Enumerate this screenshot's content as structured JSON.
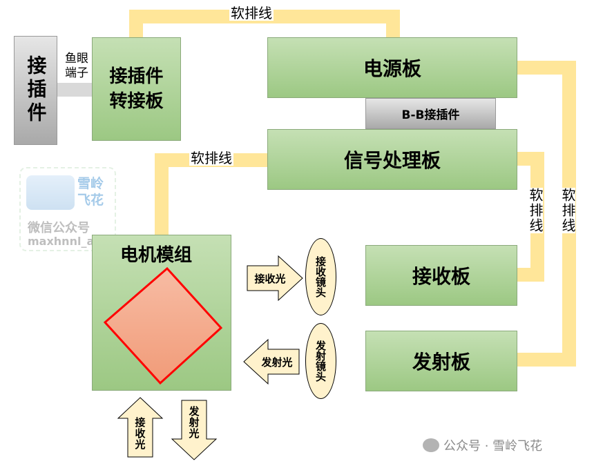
{
  "nodes": {
    "connector": "接插件",
    "fisheye_terminal": "鱼眼端子",
    "adapter_board": "接插件转接板",
    "power_board": "电源板",
    "b2b_connector": "B-B接插件",
    "signal_board": "信号处理板",
    "motor_module": "电机模组",
    "receiver_board": "接收板",
    "transmitter_board": "发射板"
  },
  "cables": {
    "top": "软排线",
    "left": "软排线",
    "right_inner": "软排线",
    "right_outer": "软排线"
  },
  "lenses": {
    "receive_lens": "接收镜头",
    "transmit_lens": "发射镜头"
  },
  "arrows": {
    "receive_light_h": "接收光",
    "transmit_light_h": "发射光",
    "receive_light_v": "接收光",
    "transmit_light_v": "发射光"
  },
  "watermark": {
    "logo_text": "雪岭飞花",
    "account_label": "微信公众号",
    "account_id": "maxhnnl_ai",
    "footer": "公众号 · 雪岭飞花"
  },
  "colors": {
    "board_green": "#a9d18e",
    "cable_yellow": "#ffe699",
    "lens_fill": "#fff2cc",
    "mirror_stroke": "#ff0000",
    "mirror_fill": "#f4a080"
  }
}
